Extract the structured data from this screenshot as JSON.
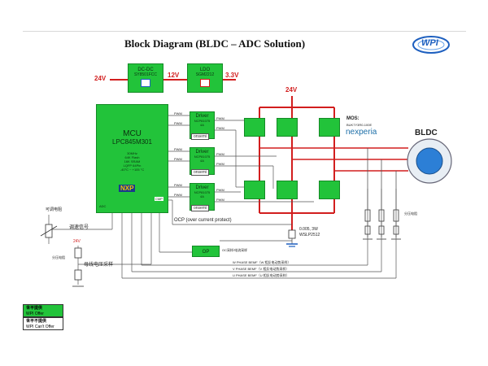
{
  "title": "Block Diagram (BLDC – ADC Solution)",
  "logo": {
    "text": "WPI",
    "color": "#1d5fbf"
  },
  "colors": {
    "green": "#22c33a",
    "red": "#d21e1e",
    "blue": "#1d5fbf"
  },
  "power": {
    "input_v": "24V",
    "dcdc": {
      "title": "DC-DC",
      "part": "SY8501FCC"
    },
    "mid_v": "12V",
    "ldo": {
      "title": "LDO",
      "part": "SGM2212"
    },
    "out_v": "3.3V",
    "bus_v": "24V"
  },
  "mcu": {
    "title": "MCU",
    "part": "LPC845M301",
    "specs": [
      "30MHz",
      "64K Flash",
      "16K SRAM",
      "LQFP 64Pin",
      "-40°C ~ +105 °C"
    ],
    "brand": "NXP",
    "adc_label": "ADC",
    "cmp_label": "CMP"
  },
  "drivers": [
    {
      "title": "Driver",
      "part": "NCP81075",
      "amp": "4A",
      "brand": "onsemi"
    },
    {
      "title": "Driver",
      "part": "NCP81075",
      "amp": "4A",
      "brand": "onsemi"
    },
    {
      "title": "Driver",
      "part": "NCP81075",
      "amp": "4A",
      "brand": "onsemi"
    }
  ],
  "pwm_label": "PWM",
  "mos": {
    "label": "MOS:",
    "part": "BUK7Y3R0-100E",
    "brand": "nexperia"
  },
  "motor_label": "BLDC",
  "shunt": {
    "value": "0.005, 3W",
    "part": "WSLP2512"
  },
  "ocp_label": "OCP (over current protect)",
  "op_label": "OP",
  "op_note": "OC采样/电流采样",
  "left_labels": {
    "pot": "可调电阻",
    "speed": "调速信号",
    "divider_v": "24V",
    "divider": "分压电阻",
    "bus_sense": "母线电压采样"
  },
  "right_labels": {
    "sense": "分压电阻"
  },
  "bemf": [
    "W PHASE BEMF（W 相反电动势采样）",
    "V PHASE BEMF（V 相反电动势采样）",
    "U PHASE BEMF（U 相反电动势采样）"
  ],
  "legend": [
    {
      "title": "世平提供",
      "sub": "WPI Offer"
    },
    {
      "title": "世平不提供",
      "sub": "WPI Can't Offer"
    }
  ]
}
